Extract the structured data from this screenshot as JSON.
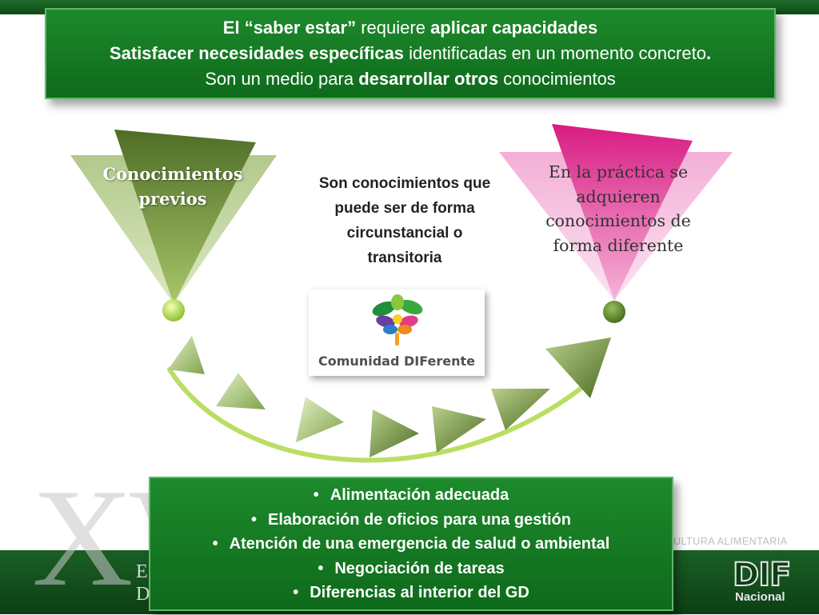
{
  "header_box": {
    "line1": {
      "a": "El “saber estar”",
      "b": " requiere ",
      "c": "aplicar capacidades"
    },
    "line2": {
      "a": "Satisfacer necesidades específicas",
      "b": " identificadas en un momento concreto",
      "c": "."
    },
    "line3": {
      "a": "Son un medio para ",
      "b": "desarrollar otros",
      "c": " conocimientos"
    }
  },
  "left_label": {
    "line1": "Conocimientos",
    "line2": "previos"
  },
  "middle_text": {
    "line1": "Son conocimientos que",
    "line2": "puede ser de forma",
    "line3": "circunstancial o",
    "line4": "transitoria"
  },
  "right_text": {
    "line1": "En la práctica se",
    "line2": "adquieren",
    "line3": "conocimientos de",
    "line4": "forma diferente"
  },
  "logo": {
    "text": "Comunidad DIFerente"
  },
  "bullets": [
    "Alimentación adecuada",
    "Elaboración de oficios para una gestión",
    "Atención de una emergencia de salud o ambiental",
    "Negociación de tareas",
    "Diferencias al interior del GD"
  ],
  "footer": {
    "watermark": "XV",
    "letter1": "E",
    "letter2": "D",
    "right_text": "ULTURA ALIMENTARIA",
    "dif_logo_text": "DIF",
    "dif_logo_sub": "Nacional"
  },
  "colors": {
    "box_green": "#0e6a1b",
    "triangle_green": "#6d8b38",
    "triangle_pink": "#e0298c",
    "footer_green": "#0d3f15"
  }
}
